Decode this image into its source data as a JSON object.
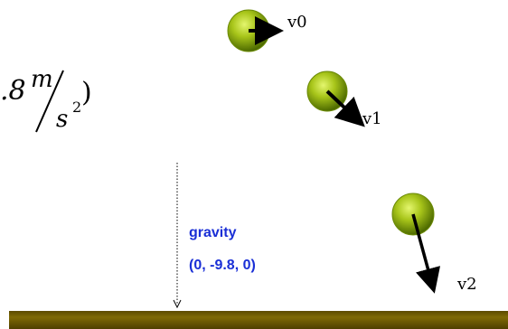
{
  "formula": {
    "lead": ".8",
    "numerator": "m",
    "denominator": "s",
    "exponent": "2",
    "close_paren": ")"
  },
  "velocities": {
    "v0": "v0",
    "v1": "v1",
    "v2": "v2"
  },
  "gravity": {
    "label": "gravity",
    "vector": "(0, -9.8, 0)",
    "text_color": "#1a2fd6"
  },
  "colors": {
    "ground": "#6f5a00",
    "ball_light": "#c9e64a",
    "ball_dark": "#4d6a00",
    "arrow": "#000000"
  }
}
